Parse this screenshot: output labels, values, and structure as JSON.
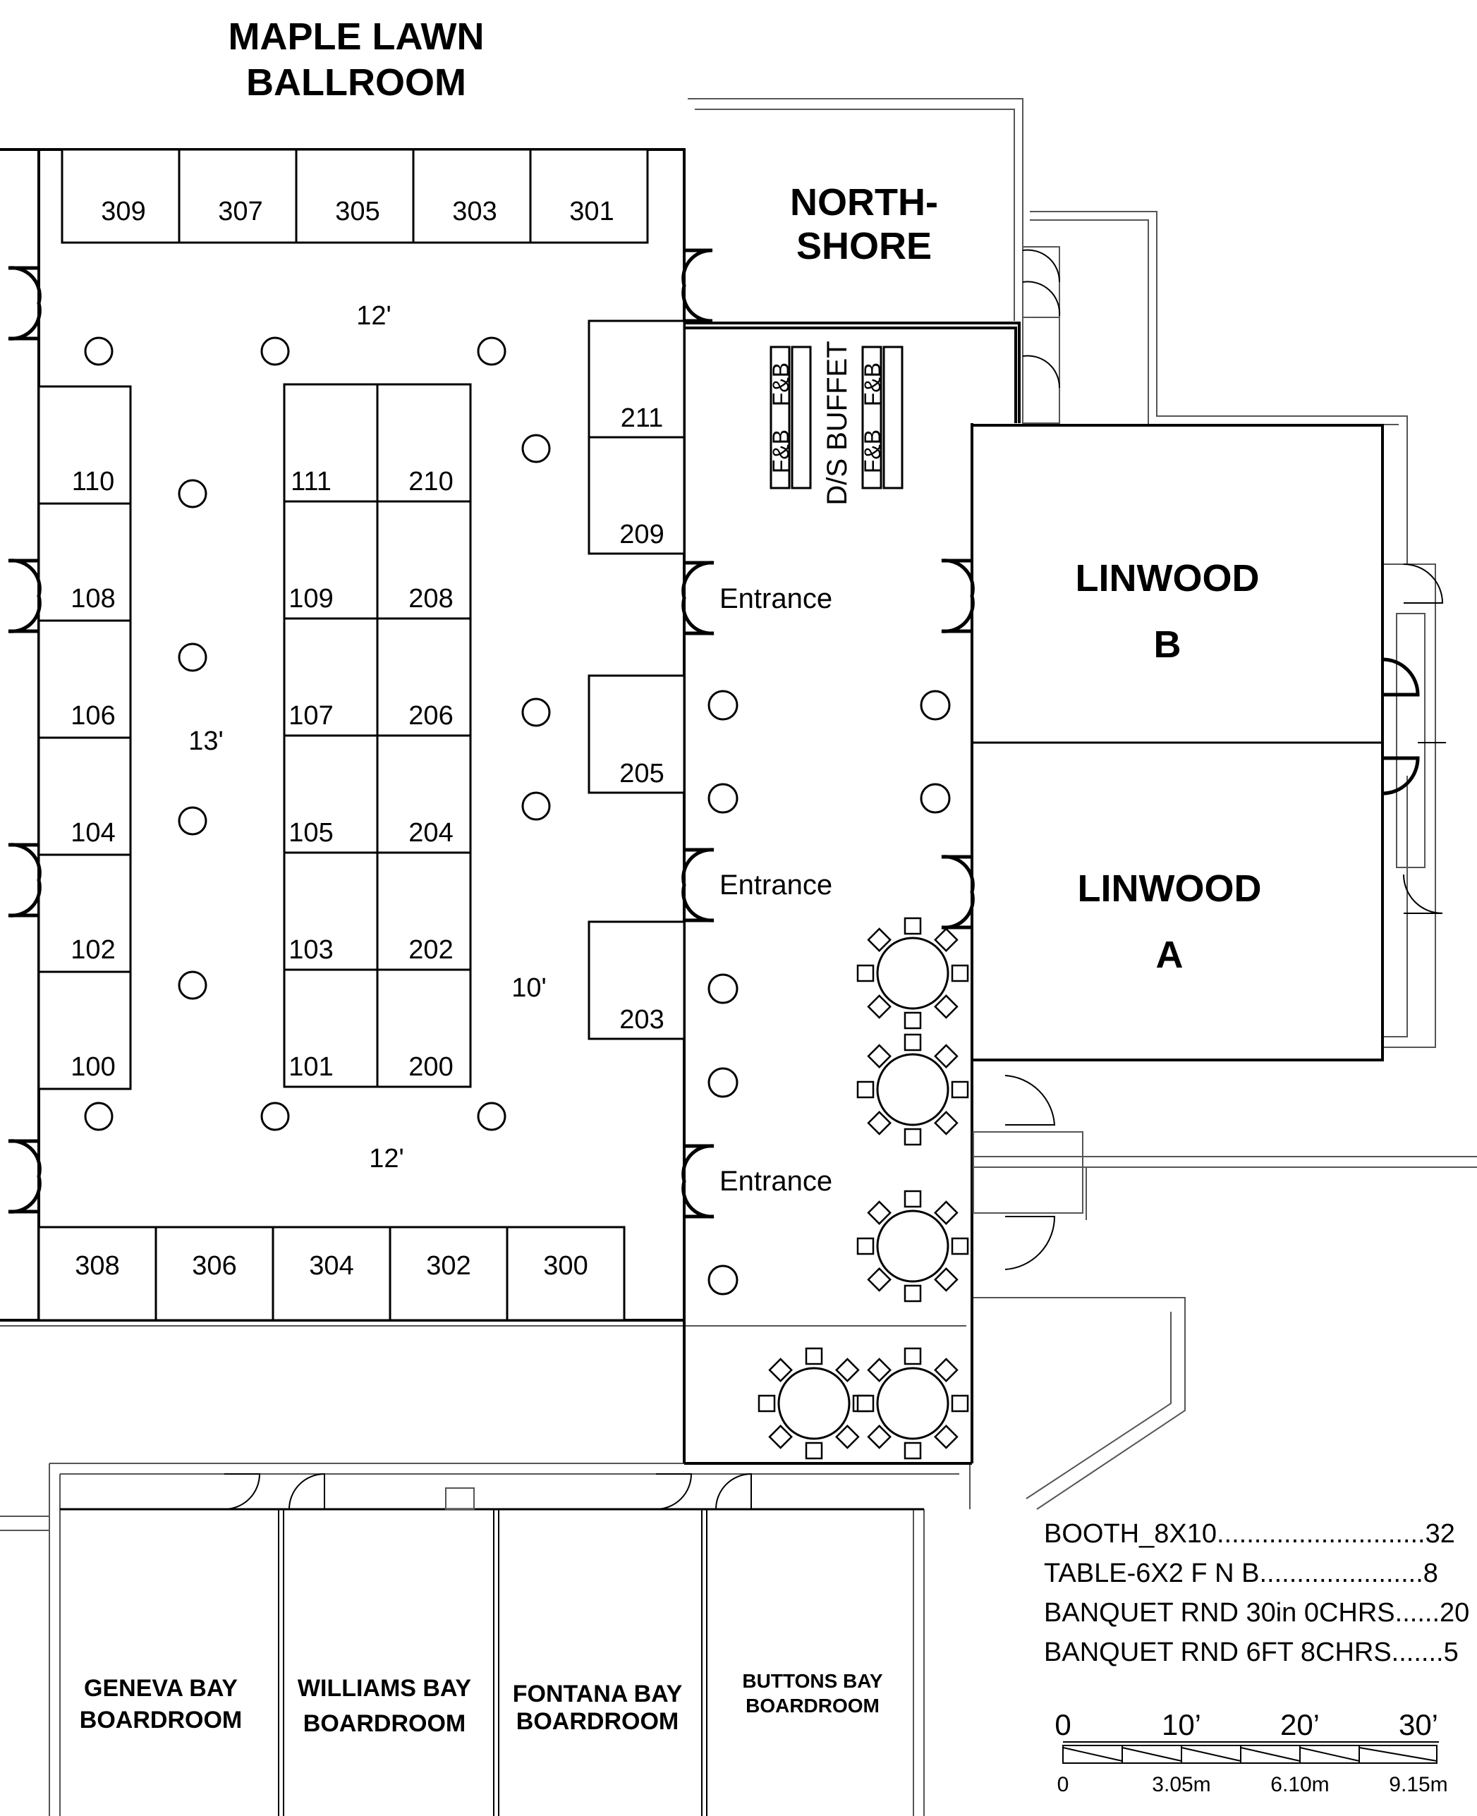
{
  "rooms": {
    "maple_lawn_line1": "MAPLE LAWN",
    "maple_lawn_line2": "BALLROOM",
    "northshore_line1": "NORTH-",
    "northshore_line2": "SHORE",
    "linwood_b_line1": "LINWOOD",
    "linwood_b_line2": "B",
    "linwood_a_line1": "LINWOOD",
    "linwood_a_line2": "A",
    "geneva_line1": "GENEVA BAY",
    "geneva_line2": "BOARDROOM",
    "williams_line1": "WILLIAMS BAY",
    "williams_line2": "BOARDROOM",
    "fontana_line1": "FONTANA BAY",
    "fontana_line2": "BOARDROOM",
    "buttons_line1": "BUTTONS BAY",
    "buttons_line2": "BOARDROOM"
  },
  "booths": {
    "top_row": [
      "309",
      "307",
      "305",
      "303",
      "301"
    ],
    "bottom_row": [
      "308",
      "306",
      "304",
      "302",
      "300"
    ],
    "left_column": [
      "110",
      "108",
      "106",
      "104",
      "102",
      "100"
    ],
    "center_left": [
      "111",
      "109",
      "107",
      "105",
      "103",
      "101"
    ],
    "center_right": [
      "210",
      "208",
      "206",
      "204",
      "202",
      "200"
    ],
    "right_column": [
      "211",
      "209",
      "205",
      "203"
    ]
  },
  "aisles": {
    "top": "12'",
    "left": "13'",
    "right": "10'",
    "bottom": "12'"
  },
  "corridor": {
    "entrance_1": "Entrance",
    "entrance_2": "Entrance",
    "entrance_3": "Entrance",
    "buffet": "D/S BUFFET",
    "fnb_1": "F&B",
    "fnb_2": "F&B",
    "fnb_3": "F&B",
    "fnb_4": "F&B"
  },
  "legend": {
    "line_1": "BOOTH_8X10............................32",
    "line_2": "TABLE-6X2 F N B......................8",
    "line_3": "BANQUET RND 30in 0CHRS......20",
    "line_4": "BANQUET RND 6FT 8CHRS.......5"
  },
  "scale": {
    "ft_0": "0",
    "ft_10": "10’",
    "ft_20": "20’",
    "ft_30": "30’",
    "m_0": "0",
    "m_1": "3.05m",
    "m_2": "6.10m",
    "m_3": "9.15m"
  }
}
